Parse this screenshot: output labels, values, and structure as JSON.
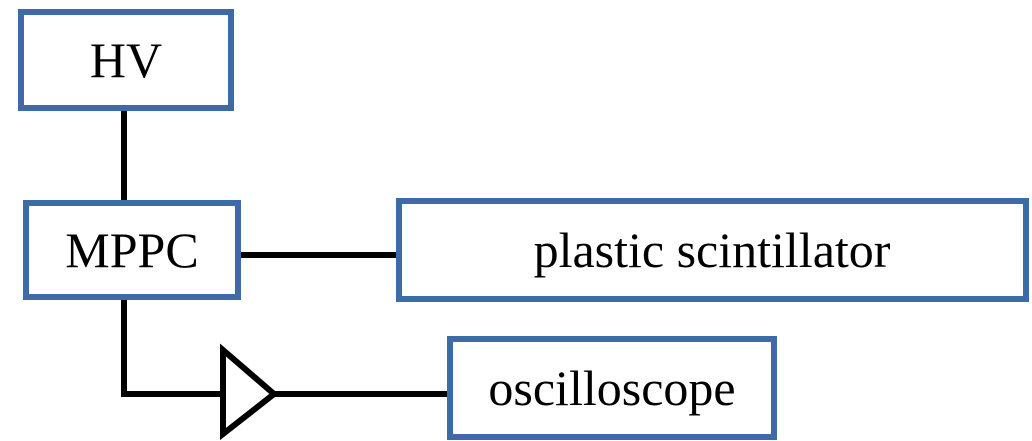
{
  "diagram": {
    "nodes": {
      "hv": {
        "label": "HV"
      },
      "mppc": {
        "label": "MPPC"
      },
      "scintillator": {
        "label": "plastic scintillator"
      },
      "oscilloscope": {
        "label": "oscilloscope"
      }
    },
    "colors": {
      "box_stroke": "#3e6aa8",
      "wire": "#000000",
      "text": "#000000"
    }
  }
}
